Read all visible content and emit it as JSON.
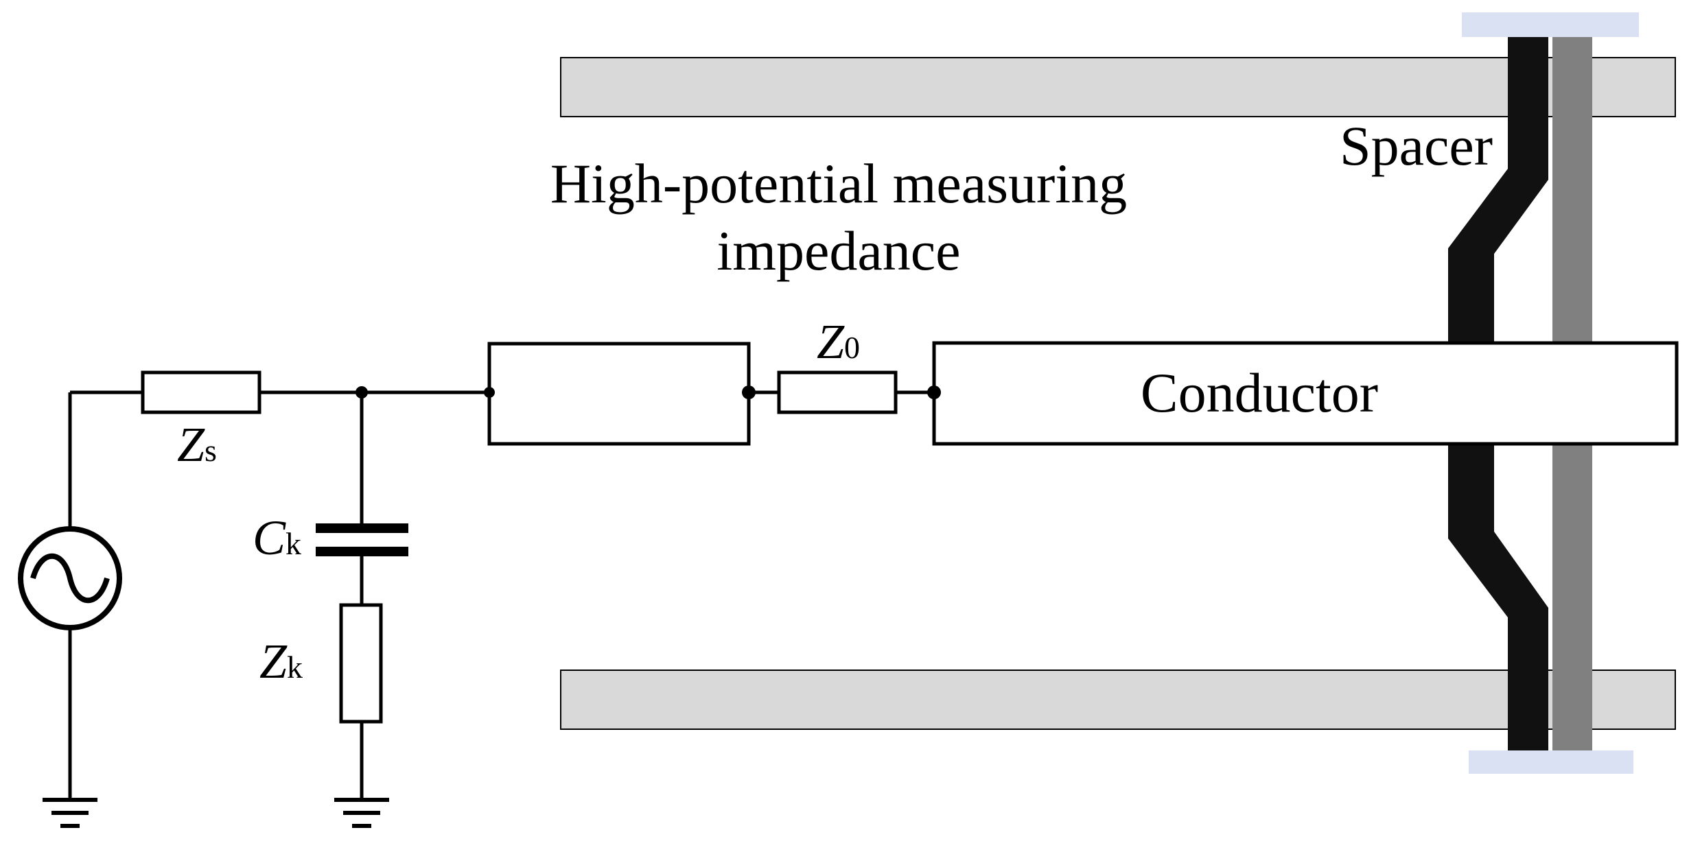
{
  "labels": {
    "title_line1": "High-potential measuring",
    "title_line2": "impedance",
    "spacer": "Spacer",
    "conductor": "Conductor",
    "z0_sym": "Z",
    "z0_sub": "0",
    "zs_sym": "Z",
    "zs_sub": "s",
    "ck_sym": "C",
    "ck_sub": "k",
    "zk_sym": "Z",
    "zk_sub": "k"
  },
  "colors": {
    "line": "#000000",
    "enclosure": "#d9d9d9",
    "spacer_dark": "#111111",
    "spacer_gray": "#808080",
    "spacer_cap": "#d9e1f2"
  }
}
